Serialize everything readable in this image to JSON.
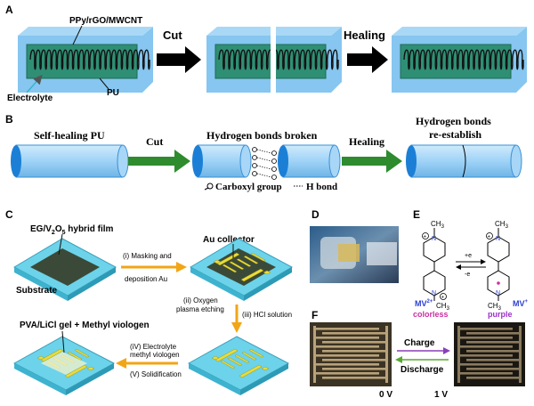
{
  "panels": {
    "A": {
      "letter": "A",
      "material_label": "PPy/rGO/MWCNT",
      "electrolyte_label": "Electrolyte",
      "pu_label": "PU",
      "cut_label": "Cut",
      "healing_label": "Healing"
    },
    "B": {
      "letter": "B",
      "self_healing_label": "Self-healing PU",
      "cut_label": "Cut",
      "broken_label": "Hydrogen bonds broken",
      "healing_label": "Healing",
      "reestablish_line1": "Hydrogen bonds",
      "reestablish_line2": "re-establish",
      "carboxyl_label": "Carboxyl group",
      "hbond_label": "H bond"
    },
    "C": {
      "letter": "C",
      "film_label_main": "EG/V",
      "film_sub1": "2",
      "film_mid": "O",
      "film_sub2": "5",
      "film_label_tail": " hybrid film",
      "substrate_label": "Substrate",
      "step1_line1": "(i) Masking and",
      "step1_line2": "deposition Au",
      "au_label": "Au collector",
      "step2_line1": "(ii) Oxygen",
      "step2_line2": "plasma etching",
      "step3": "(iii) HCl solution",
      "gel_label": "PVA/LiCl gel + Methyl viologen",
      "step4_line1": "(iV) Electrolyte",
      "step4_line2": "methyl viologen",
      "step5": "(V) Solidification"
    },
    "D": {
      "letter": "D"
    },
    "E": {
      "letter": "E",
      "ch3": "CH",
      "ch3_sub": "3",
      "n_label": "N",
      "plus_e": "+e",
      "minus_e": "-e",
      "mv2_label": "MV",
      "mv2_sup": "2+",
      "mv_label": "MV",
      "mv_sup": "+",
      "colorless": "colorless",
      "purple": "purple"
    },
    "F": {
      "letter": "F",
      "charge": "Charge",
      "discharge": "Discharge",
      "v0": "0 V",
      "v1": "1 V"
    }
  },
  "colors": {
    "pu_blue": "#86c6f0",
    "tube_blue": "#9fd3f7",
    "film_green": "#2f8f74",
    "arrow_black": "#000000",
    "arrow_green": "#2e8b2e",
    "arrow_orange": "#f2a515",
    "substrate_cyan": "#6cd3ea",
    "gold": "#e8dc3a",
    "film_dark": "#3b4a38",
    "magenta": "#cc2fa0",
    "purple_text": "#9b30c8",
    "mv_blue": "#2b3fd0"
  }
}
